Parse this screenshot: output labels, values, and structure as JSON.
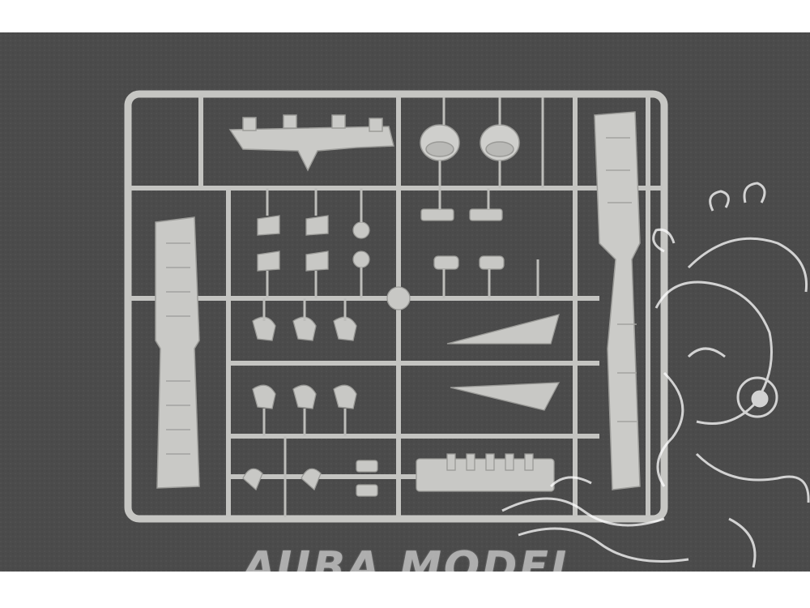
{
  "image": {
    "subject": "plastic-model-kit-sprue",
    "colors": {
      "background": "#4a4a4a",
      "plastic": "#c9c9c6",
      "plastic_shadow": "#a9a9a6",
      "border": "#ffffff"
    }
  },
  "watermark": {
    "text": "AUBA MODEL",
    "logo": "cartoon-character-watermark"
  }
}
